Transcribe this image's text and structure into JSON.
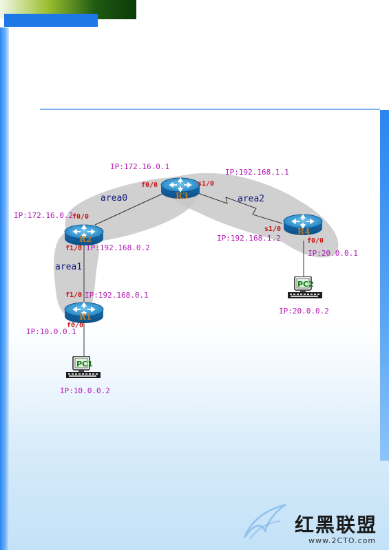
{
  "routers": [
    {
      "name": "R1"
    },
    {
      "name": "R2"
    },
    {
      "name": "R3"
    },
    {
      "name": "R4"
    }
  ],
  "pcs": [
    {
      "name": "PC1"
    },
    {
      "name": "PC2"
    }
  ],
  "areas": {
    "area0": "area0",
    "area1": "area1",
    "area2": "area2"
  },
  "interfaces": {
    "r1_f1_0": "f1/0",
    "r1_f0_0": "f0/0",
    "r2_f0_0": "f0/0",
    "r2_f1_0": "f1/0",
    "r3_f0_0": "f0/0",
    "r3_s1_0": "s1/0",
    "r4_s1_0": "s1/0",
    "r4_f0_0": "f0/0"
  },
  "ips": {
    "r3_f0_0": "IP:172.16.0.1",
    "r3_s1_0": "IP:192.168.1.1",
    "r2_f0_0": "IP:172.16.0.2",
    "r2_f1_0": "IP:192.168.0.2",
    "r4_s1_0": "IP:192.168.1.2",
    "r4_f0_0": "IP:20.0.0.1",
    "r1_f1_0": "IP:192.168.0.1",
    "r1_f0_0": "IP:10.0.0.1",
    "pc1": "IP:10.0.0.2",
    "pc2": "IP:20.0.0.2"
  },
  "watermark": {
    "brand": "红黑联盟",
    "url": "www.2CTO.com"
  },
  "colors": {
    "router_body": "#1f88c8",
    "area_shade": "#c8c8c8",
    "ip_label": "#b316b3",
    "interface_label": "#c81010",
    "area_label": "#101a78"
  }
}
